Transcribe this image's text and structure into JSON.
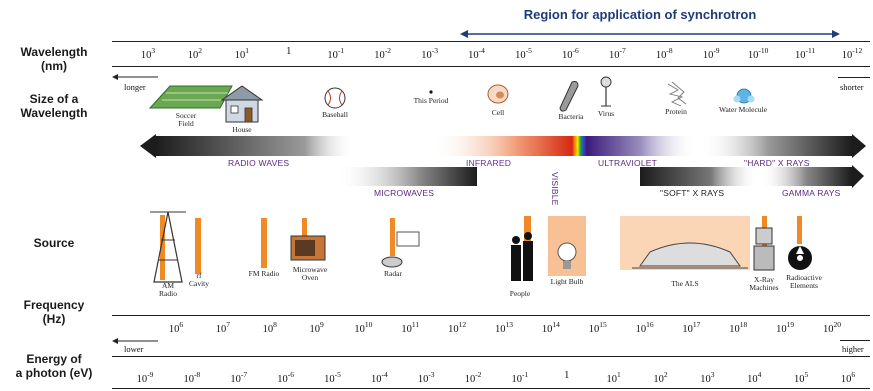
{
  "synchrotron_region_label": "Region for application of synchrotron",
  "row_labels": {
    "wavelength": [
      "Wavelength",
      "(nm)"
    ],
    "size": [
      "Size of a",
      "Wavelength"
    ],
    "source": "Source",
    "frequency": [
      "Frequency",
      "(Hz)"
    ],
    "energy": [
      "Energy of",
      "a photon (eV)"
    ]
  },
  "wavelength_ticks": [
    {
      "base": "10",
      "exp": "3"
    },
    {
      "base": "10",
      "exp": "2"
    },
    {
      "base": "10",
      "exp": "1"
    },
    {
      "base": "1",
      "exp": ""
    },
    {
      "base": "10",
      "exp": "-1"
    },
    {
      "base": "10",
      "exp": "-2"
    },
    {
      "base": "10",
      "exp": "-3"
    },
    {
      "base": "10",
      "exp": "-4"
    },
    {
      "base": "10",
      "exp": "-5"
    },
    {
      "base": "10",
      "exp": "-6"
    },
    {
      "base": "10",
      "exp": "-7"
    },
    {
      "base": "10",
      "exp": "-8"
    },
    {
      "base": "10",
      "exp": "-9"
    },
    {
      "base": "10",
      "exp": "-10"
    },
    {
      "base": "10",
      "exp": "-11"
    },
    {
      "base": "10",
      "exp": "-12"
    }
  ],
  "frequency_ticks": [
    {
      "base": "10",
      "exp": "6"
    },
    {
      "base": "10",
      "exp": "7"
    },
    {
      "base": "10",
      "exp": "8"
    },
    {
      "base": "10",
      "exp": "9"
    },
    {
      "base": "10",
      "exp": "10"
    },
    {
      "base": "10",
      "exp": "11"
    },
    {
      "base": "10",
      "exp": "12"
    },
    {
      "base": "10",
      "exp": "13"
    },
    {
      "base": "10",
      "exp": "14"
    },
    {
      "base": "10",
      "exp": "15"
    },
    {
      "base": "10",
      "exp": "16"
    },
    {
      "base": "10",
      "exp": "17"
    },
    {
      "base": "10",
      "exp": "18"
    },
    {
      "base": "10",
      "exp": "19"
    },
    {
      "base": "10",
      "exp": "20"
    }
  ],
  "energy_ticks": [
    {
      "base": "10",
      "exp": "-9"
    },
    {
      "base": "10",
      "exp": "-8"
    },
    {
      "base": "10",
      "exp": "-7"
    },
    {
      "base": "10",
      "exp": "-6"
    },
    {
      "base": "10",
      "exp": "-5"
    },
    {
      "base": "10",
      "exp": "-4"
    },
    {
      "base": "10",
      "exp": "-3"
    },
    {
      "base": "10",
      "exp": "-2"
    },
    {
      "base": "10",
      "exp": "-1"
    },
    {
      "base": "1",
      "exp": ""
    },
    {
      "base": "10",
      "exp": "1"
    },
    {
      "base": "10",
      "exp": "2"
    },
    {
      "base": "10",
      "exp": "3"
    },
    {
      "base": "10",
      "exp": "4"
    },
    {
      "base": "10",
      "exp": "5"
    },
    {
      "base": "10",
      "exp": "6"
    }
  ],
  "direction_words": {
    "wavelength_left": "longer",
    "wavelength_right": "shorter",
    "energy_left": "lower",
    "energy_right": "higher"
  },
  "size_objects": [
    {
      "name": "soccer-field",
      "label": "Soccer Field"
    },
    {
      "name": "house",
      "label": "House"
    },
    {
      "name": "baseball",
      "label": "Baseball"
    },
    {
      "name": "this-period",
      "label": "This Period"
    },
    {
      "name": "cell",
      "label": "Cell"
    },
    {
      "name": "bacteria",
      "label": "Bacteria"
    },
    {
      "name": "virus",
      "label": "Virus"
    },
    {
      "name": "protein",
      "label": "Protein"
    },
    {
      "name": "water-molecule",
      "label": "Water Molecule"
    }
  ],
  "bands": {
    "radio": "RADIO WAVES",
    "infrared": "INFRARED",
    "visible": "VISIBLE",
    "ultraviolet": "ULTRAVIOLET",
    "hard_xray": "\"HARD\" X RAYS",
    "microwaves": "MICROWAVES",
    "soft_xray": "\"SOFT\" X RAYS",
    "gamma": "GAMMA RAYS"
  },
  "sources": [
    {
      "name": "am-radio",
      "label": "AM\nRadio"
    },
    {
      "name": "rf-cavity",
      "label": "rf\nCavity"
    },
    {
      "name": "fm-radio",
      "label": "FM Radio"
    },
    {
      "name": "microwave-oven",
      "label": "Microwave\nOven"
    },
    {
      "name": "radar",
      "label": "Radar"
    },
    {
      "name": "people",
      "label": "People"
    },
    {
      "name": "light-bulb",
      "label": "Light Bulb"
    },
    {
      "name": "the-als",
      "label": "The ALS"
    },
    {
      "name": "xray-machines",
      "label": "X-Ray\nMachines"
    },
    {
      "name": "radioactive-elements",
      "label": "Radioactive\nElements"
    }
  ],
  "colors": {
    "synchrotron_arrow": "#1f3b7a",
    "source_bar": "#f08a24",
    "band_dark": "#1c1c1c"
  }
}
